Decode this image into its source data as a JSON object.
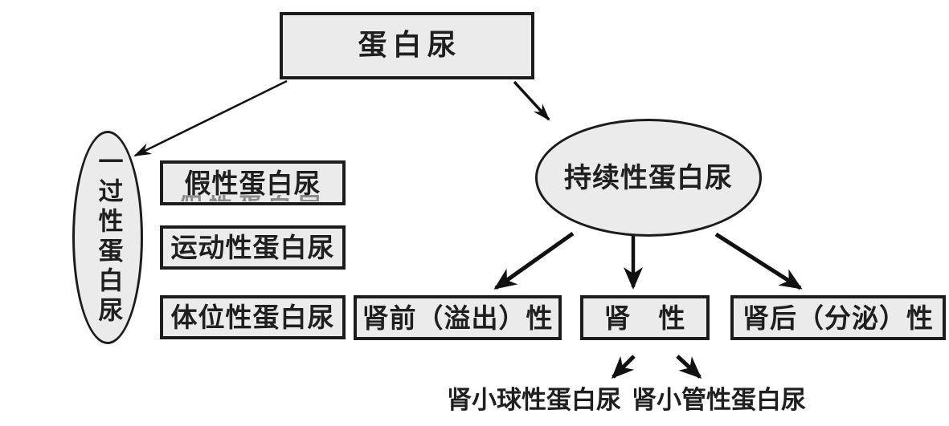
{
  "diagram": {
    "background_color": "#ffffff",
    "node_fill_color": "#ebebeb",
    "border_color": "#1c1c1c",
    "arrow_color": "#111111",
    "nodes": {
      "root": {
        "label": "蛋白尿"
      },
      "transient": {
        "label": "一过性蛋白尿"
      },
      "pseudo": {
        "label": "假性蛋白尿"
      },
      "exercise": {
        "label": "运动性蛋白尿"
      },
      "postural": {
        "label": "体位性蛋白尿"
      },
      "persistent": {
        "label": "持续性蛋白尿"
      },
      "prerenal": {
        "label": "肾前（溢出）性"
      },
      "renal": {
        "label": "肾　性"
      },
      "postrenal": {
        "label": "肾后（分泌）性"
      },
      "glomerular": {
        "label": "肾小球性蛋白尿"
      },
      "tubular": {
        "label": "肾小管性蛋白尿"
      }
    }
  }
}
